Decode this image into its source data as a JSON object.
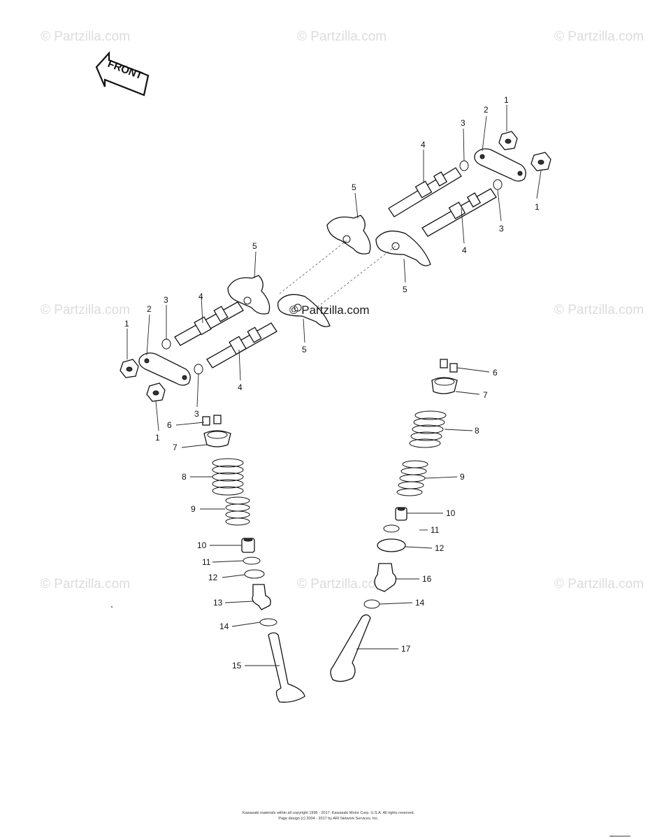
{
  "watermarks": {
    "text": "© Partzilla.com",
    "center_text": "© Partzilla.com"
  },
  "front_label": "FRONT",
  "callouts": {
    "c1": "1",
    "c2": "1",
    "c3": "1",
    "c4": "1",
    "c5": "2",
    "c6": "2",
    "c7": "3",
    "c8": "3",
    "c9": "3",
    "c10": "3",
    "c11": "4",
    "c12": "4",
    "c13": "4",
    "c14": "4",
    "c15": "5",
    "c16": "5",
    "c17": "5",
    "c18": "5",
    "c19": "6",
    "c20": "6",
    "c21": "7",
    "c22": "7",
    "c23": "8",
    "c24": "8",
    "c25": "9",
    "c26": "9",
    "c27": "10",
    "c28": "10",
    "c29": "11",
    "c30": "11",
    "c31": "12",
    "c32": "12",
    "c33": "13",
    "c34": "14",
    "c35": "14",
    "c36": "15",
    "c37": "16",
    "c38": "17"
  },
  "footer": {
    "line1": "Kawasaki materials within all copyright 1995 - 2017. Kawasaki Motor Corp. U.S.A. All rights reserved.",
    "line2": "Page design (c) 2004 - 2017 by ARI Network Services, Inc."
  }
}
